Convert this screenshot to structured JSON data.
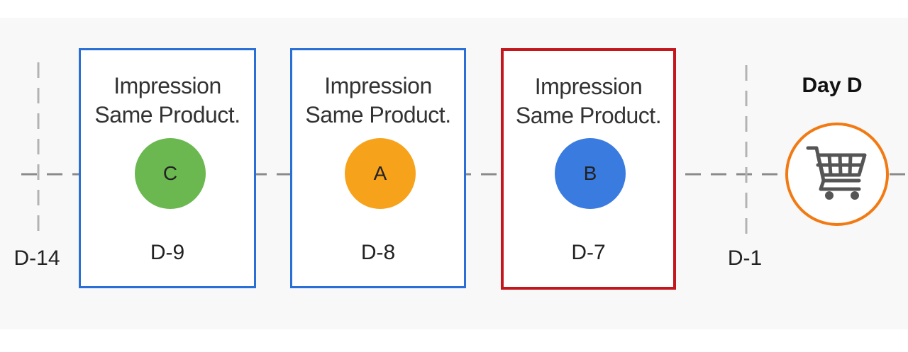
{
  "timeline": {
    "left_marker": "D-14",
    "right_marker": "D-1",
    "end_label": "Day D",
    "end_icon": "shopping-cart-icon"
  },
  "events": [
    {
      "title_line1": "Impression",
      "title_line2": "Same Product.",
      "product": "C",
      "day": "D-9",
      "box_color": "#2a6fd6",
      "circle_color": "#6ab84f"
    },
    {
      "title_line1": "Impression",
      "title_line2": "Same Product.",
      "product": "A",
      "day": "D-8",
      "box_color": "#2a6fd6",
      "circle_color": "#f7a21b"
    },
    {
      "title_line1": "Impression",
      "title_line2": "Same Product.",
      "product": "B",
      "day": "D-7",
      "box_color": "#c4171d",
      "circle_color": "#3a7be0"
    }
  ],
  "colors": {
    "cart_ring": "#f27a14",
    "cart_icon": "#555555",
    "timeline": "#8a8a8a"
  }
}
